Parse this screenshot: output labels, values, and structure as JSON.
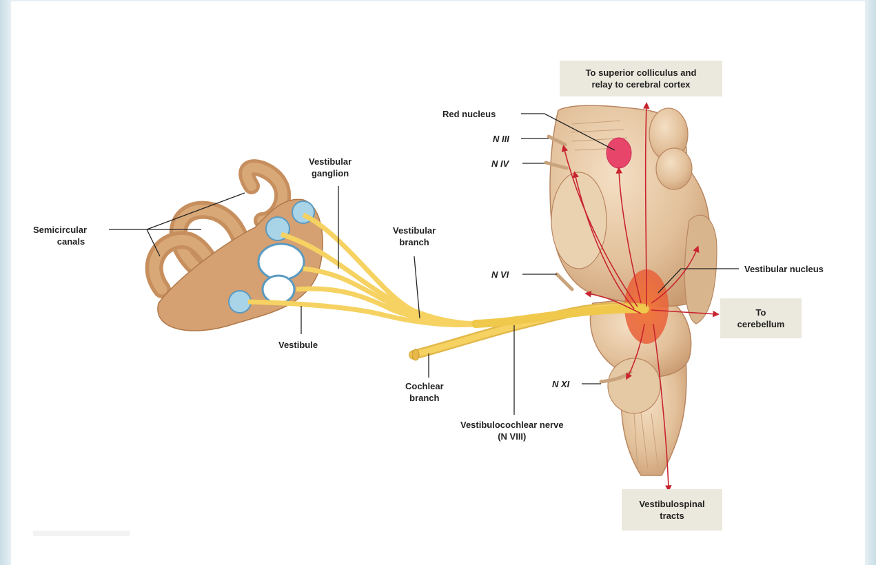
{
  "labels": {
    "semicircular_canals": [
      "Semicircular",
      "canals"
    ],
    "vestibular_ganglion": [
      "Vestibular",
      "ganglion"
    ],
    "vestibular_branch": [
      "Vestibular",
      "branch"
    ],
    "vestibule": "Vestibule",
    "cochlear_branch": [
      "Cochlear",
      "branch"
    ],
    "vestibulocochlear_nerve": [
      "Vestibulocochlear nerve",
      "(N VIII)"
    ],
    "red_nucleus": "Red nucleus",
    "n3": "N III",
    "n4": "N IV",
    "n6": "N VI",
    "n11": "N XI",
    "vestibular_nucleus": "Vestibular nucleus"
  },
  "boxes": {
    "superior_colliculus": [
      "To superior colliculus and",
      "relay to cerebral cortex"
    ],
    "cerebellum": [
      "To",
      "cerebellum"
    ],
    "vestibulospinal": [
      "Vestibulospinal",
      "tracts"
    ]
  },
  "colors": {
    "tissue": "#e6c7a4",
    "tissue_dark": "#b88660",
    "nerve": "#f5d262",
    "pathway": "#c8242f",
    "nucleus": "#ea5a2c",
    "red_nucleus": "#e8456a",
    "label_box": "#ebe9dd"
  }
}
